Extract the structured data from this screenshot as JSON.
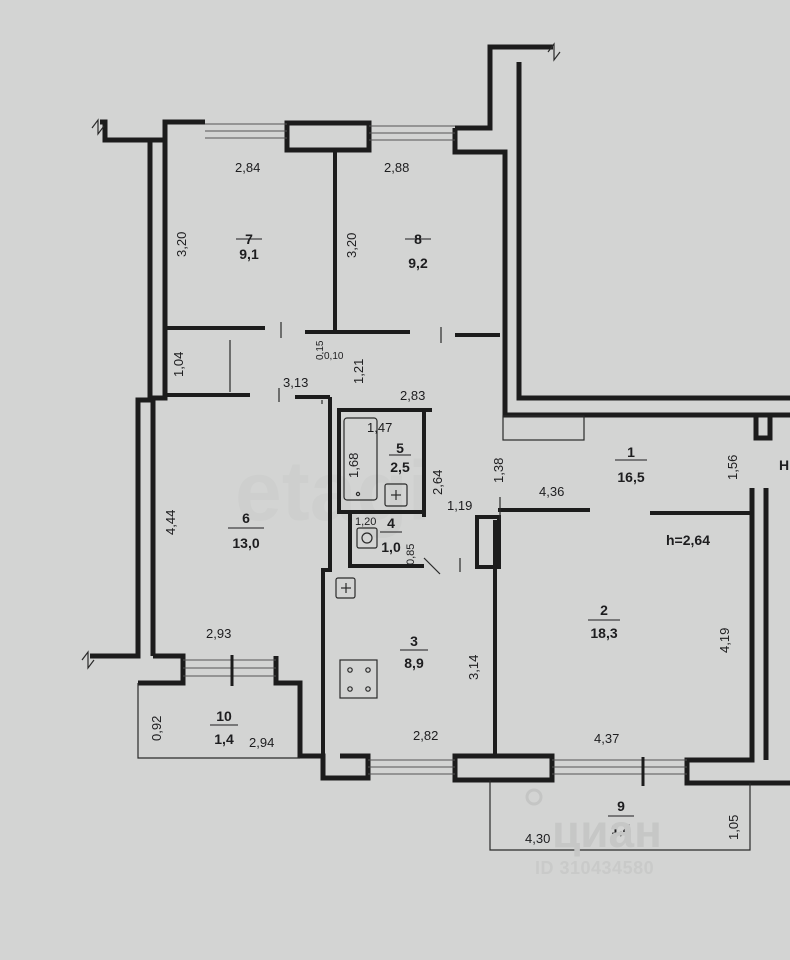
{
  "rooms": [
    {
      "num": "1",
      "area": "16,5"
    },
    {
      "num": "2",
      "area": "18,3"
    },
    {
      "num": "3",
      "area": "8,9"
    },
    {
      "num": "4",
      "area": "1,0"
    },
    {
      "num": "5",
      "area": "2,5"
    },
    {
      "num": "6",
      "area": "13,0"
    },
    {
      "num": "7",
      "area": "9,1"
    },
    {
      "num": "8",
      "area": "9,2"
    },
    {
      "num": "9",
      "area": "1,4"
    },
    {
      "num": "10",
      "area": "1,4"
    }
  ],
  "height_label": "h=2,64",
  "dimensions": [
    "2,84",
    "2,88",
    "3,20",
    "3,20",
    "0,15",
    "0,10",
    "1,04",
    "1,21",
    "3,13",
    "2,83",
    "1,47",
    "1,68",
    "2,64",
    "1,38",
    "1,56",
    "4,44",
    "1,20",
    "0,85",
    "1,19",
    "4,36",
    "4,19",
    "2,93",
    "3,14",
    "0,92",
    "2,94",
    "2,82",
    "4,37",
    "4,30",
    "1,05"
  ],
  "edge_letter": "Н",
  "watermark": {
    "center": "etagi",
    "brand": "циан",
    "id": "ID 310434580"
  }
}
